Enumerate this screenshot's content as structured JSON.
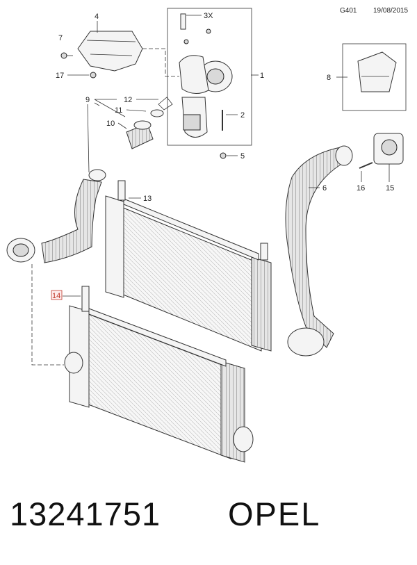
{
  "header": {
    "code": "G401",
    "date": "19/08/2015"
  },
  "callouts": {
    "c1": "1",
    "c2": "2",
    "c3x": "3X",
    "c4": "4",
    "c5": "5",
    "c6": "6",
    "c7": "7",
    "c8": "8",
    "c9": "9",
    "c10": "10",
    "c11": "11",
    "c12": "12",
    "c13": "13",
    "c14": "14",
    "c15": "15",
    "c16": "16",
    "c17": "17"
  },
  "highlight_color": "#c0392b",
  "footer": {
    "part_number": "13241751",
    "brand": "OPEL"
  }
}
